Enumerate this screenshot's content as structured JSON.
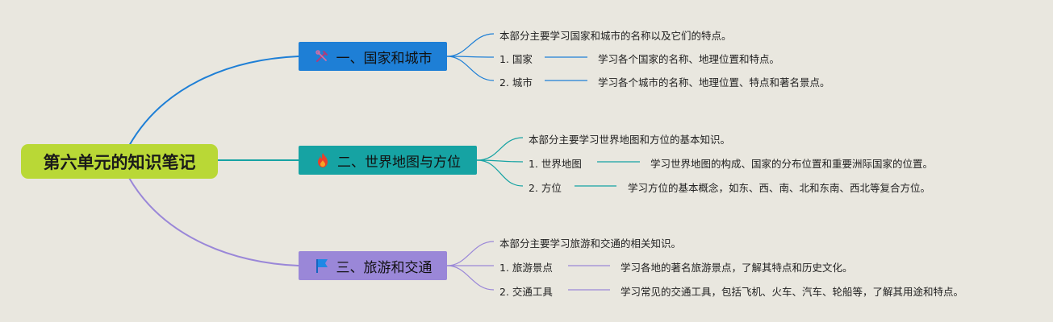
{
  "root": {
    "title": "第六单元的知识笔记",
    "color": "#b9d836"
  },
  "branches": [
    {
      "label": "一、国家和城市",
      "icon": "tools-icon",
      "color": "#1e7fd6",
      "intro": "本部分主要学习国家和城市的名称以及它们的特点。",
      "items": [
        {
          "label": "1. 国家",
          "detail": "学习各个国家的名称、地理位置和特点。"
        },
        {
          "label": "2. 城市",
          "detail": "学习各个城市的名称、地理位置、特点和著名景点。"
        }
      ]
    },
    {
      "label": "二、世界地图与方位",
      "icon": "fire-icon",
      "color": "#16a3a3",
      "intro": "本部分主要学习世界地图和方位的基本知识。",
      "items": [
        {
          "label": "1. 世界地图",
          "detail": "学习世界地图的构成、国家的分布位置和重要洲际国家的位置。"
        },
        {
          "label": "2. 方位",
          "detail": "学习方位的基本概念，如东、西、南、北和东南、西北等复合方位。"
        }
      ]
    },
    {
      "label": "三、旅游和交通",
      "icon": "flag-icon",
      "color": "#9a87d8",
      "intro": "本部分主要学习旅游和交通的相关知识。",
      "items": [
        {
          "label": "1. 旅游景点",
          "detail": "学习各地的著名旅游景点，了解其特点和历史文化。"
        },
        {
          "label": "2. 交通工具",
          "detail": "学习常见的交通工具，包括飞机、火车、汽车、轮船等，了解其用途和特点。"
        }
      ]
    }
  ]
}
